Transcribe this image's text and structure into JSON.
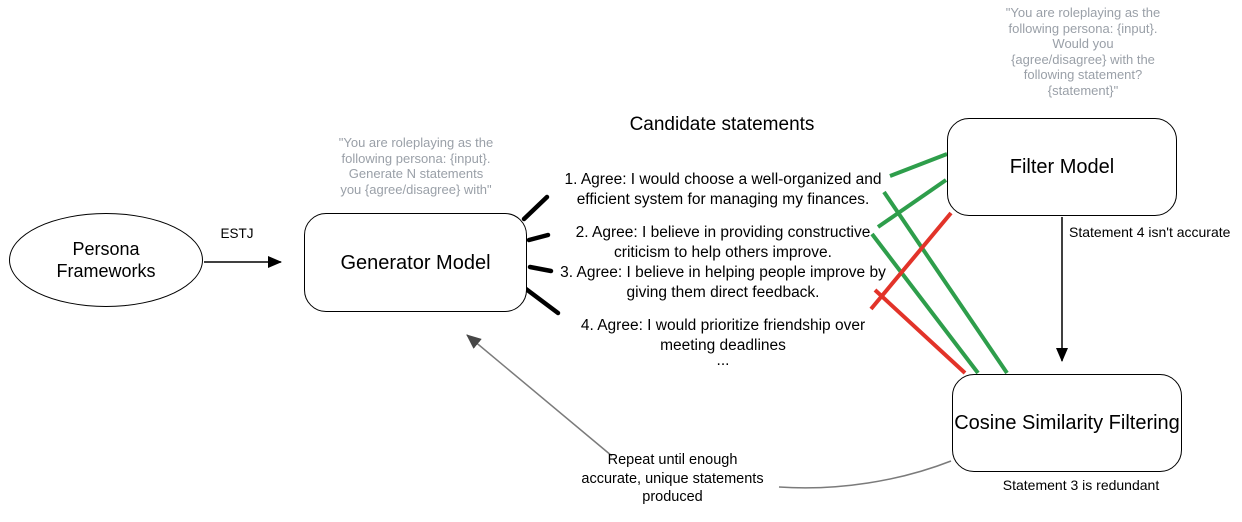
{
  "colors": {
    "pass_green": "#2e9e4b",
    "fail_red": "#e23329",
    "prompt_text": "#9aa0a8",
    "connector_gray": "#7b7b7b",
    "node_border": "#000000"
  },
  "nodes": {
    "persona": {
      "line1": "Persona",
      "line2": "Frameworks"
    },
    "generator": {
      "label": "Generator Model"
    },
    "filter": {
      "label": "Filter Model"
    },
    "cosine": {
      "label": "Cosine Similarity Filtering"
    }
  },
  "edges": {
    "estj_label": "ESTJ"
  },
  "prompts": {
    "generator": {
      "lines": [
        "\"You are roleplaying as the",
        "following persona: {input}.",
        "Generate N statements",
        "you {agree/disagree} with\""
      ]
    },
    "filter": {
      "lines": [
        "\"You are roleplaying as the",
        "following persona: {input}.",
        "Would you",
        "{agree/disagree} with the",
        "following statement?",
        "{statement}\""
      ]
    }
  },
  "candidates": {
    "heading": "Candidate statements",
    "statements": [
      {
        "lines": [
          "1. Agree: I would choose a well-organized and",
          "efficient system for managing my finances."
        ]
      },
      {
        "lines": [
          "2. Agree: I believe in providing constructive",
          "criticism to help others improve."
        ]
      },
      {
        "lines": [
          "3. Agree: I believe in helping people improve by",
          "giving them direct feedback."
        ]
      },
      {
        "lines": [
          "4. Agree: I would prioritize friendship over",
          "meeting deadlines"
        ]
      }
    ],
    "ellipsis": "..."
  },
  "annotations": {
    "filter_result": "Statement 4 isn't accurate",
    "cosine_result": "Statement 3 is redundant",
    "repeat_note_lines": [
      "Repeat until enough",
      "accurate, unique statements",
      "produced"
    ]
  }
}
